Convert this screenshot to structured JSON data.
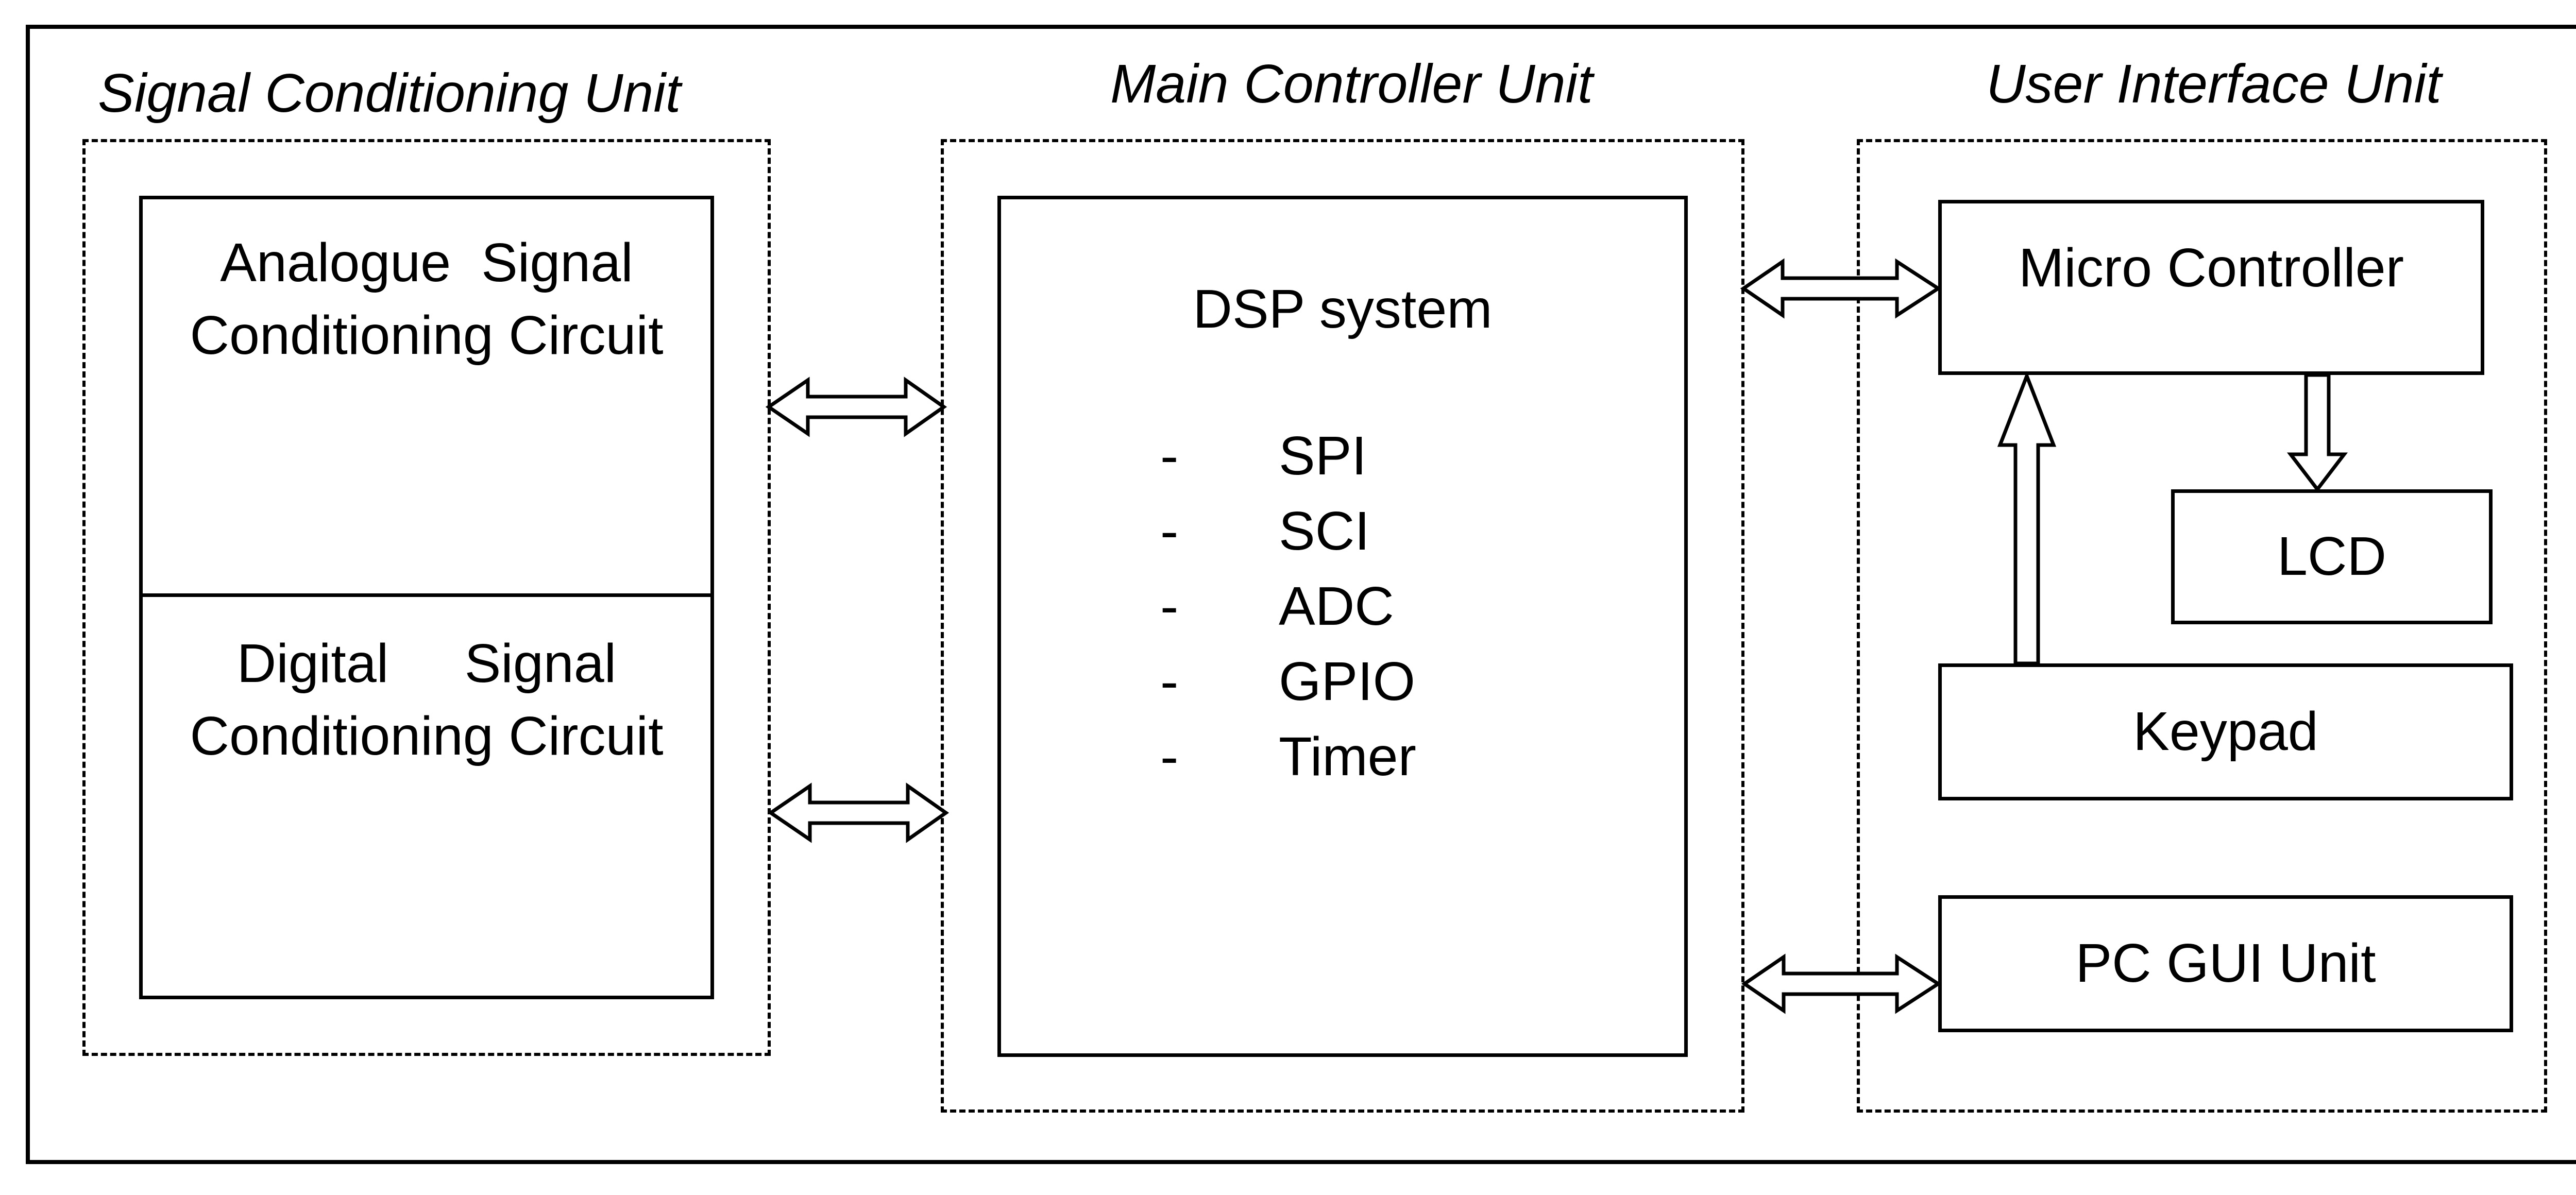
{
  "units": {
    "signal_conditioning": {
      "title": "Signal Conditioning Unit"
    },
    "main_controller": {
      "title": "Main Controller Unit"
    },
    "user_interface": {
      "title": "User Interface Unit"
    }
  },
  "blocks": {
    "analogue": {
      "line1": "Analogue  Signal",
      "line2": "Conditioning Circuit"
    },
    "digital": {
      "line1": "Digital     Signal",
      "line2": "Conditioning Circuit"
    },
    "dsp": {
      "title": "DSP system",
      "items": [
        {
          "bullet": "-",
          "text": "SPI"
        },
        {
          "bullet": "-",
          "text": "SCI"
        },
        {
          "bullet": "-",
          "text": "ADC"
        },
        {
          "bullet": "-",
          "text": "GPIO"
        },
        {
          "bullet": "-",
          "text": "Timer"
        }
      ]
    },
    "micro_controller": {
      "label": "Micro Controller"
    },
    "lcd": {
      "label": "LCD"
    },
    "keypad": {
      "label": "Keypad"
    },
    "pc_gui": {
      "label": "PC GUI Unit"
    }
  }
}
